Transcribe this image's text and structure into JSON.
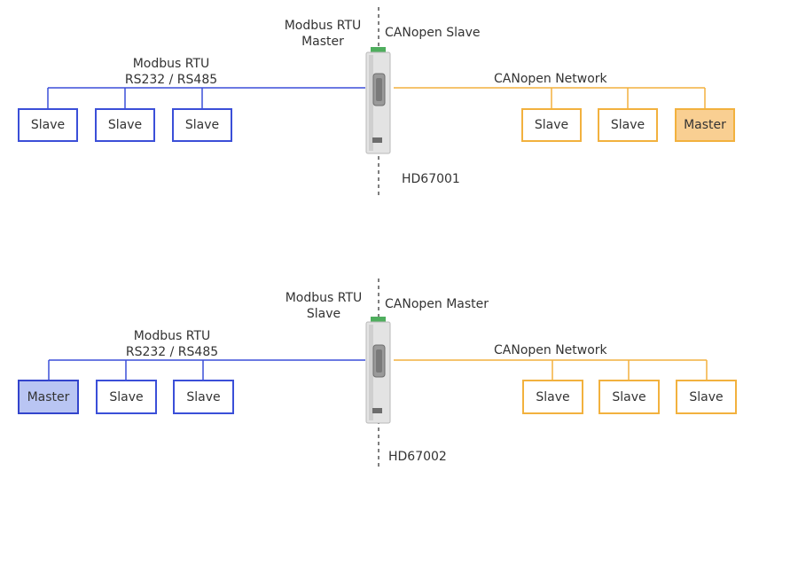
{
  "colors": {
    "modbus": "#3b4fd8",
    "canopen": "#f2b13e",
    "master_canopen_fill": "#f9cf92",
    "master_modbus_fill": "#b9c5f3",
    "device_body": "#e3e3e3",
    "device_connector": "#8a8a8a",
    "device_top": "#4fae5e"
  },
  "top": {
    "device_role_left": "Modbus RTU\nMaster",
    "device_role_left_line1": "Modbus RTU",
    "device_role_left_line2": "Master",
    "device_role_right": "CANopen Slave",
    "bus_left_line1": "Modbus RTU",
    "bus_left_line2": "RS232 / RS485",
    "bus_right": "CANopen Network",
    "model": "HD67001",
    "left_nodes": [
      "Slave",
      "Slave",
      "Slave"
    ],
    "right_nodes": [
      "Slave",
      "Slave",
      "Master"
    ]
  },
  "bottom": {
    "device_role_left_line1": "Modbus RTU",
    "device_role_left_line2": "Slave",
    "device_role_right": "CANopen Master",
    "bus_left_line1": "Modbus RTU",
    "bus_left_line2": "RS232 / RS485",
    "bus_right": "CANopen Network",
    "model": "HD67002",
    "left_nodes": [
      "Master",
      "Slave",
      "Slave"
    ],
    "right_nodes": [
      "Slave",
      "Slave",
      "Slave"
    ]
  }
}
